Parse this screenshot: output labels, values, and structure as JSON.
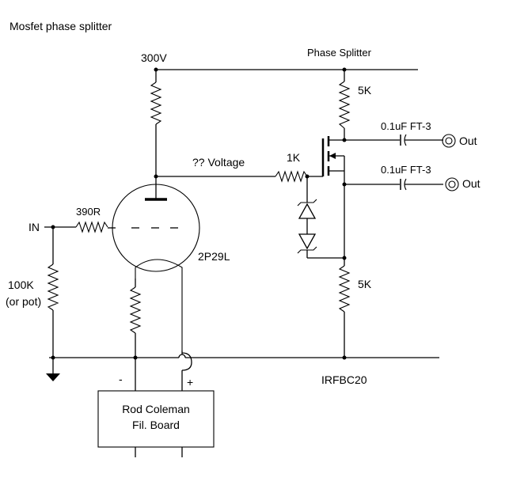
{
  "title": "Mosfet phase splitter",
  "labels": {
    "supply": "300V",
    "phase_splitter": "Phase Splitter",
    "voltage": "?? Voltage",
    "in": "IN",
    "r_grid": "390R",
    "r_input_1": "100K",
    "r_input_2": "(or pot)",
    "tube": "2P29L",
    "r_gate": "1K",
    "r_drain": "5K",
    "r_source": "5K",
    "cap_top": "0.1uF FT-3",
    "cap_bottom": "0.1uF FT-3",
    "out_top": "Out",
    "out_bottom": "Out",
    "mosfet": "IRFBC20",
    "minus": "-",
    "plus": "+",
    "board_line1": "Rod Coleman",
    "board_line2": "Fil. Board"
  }
}
